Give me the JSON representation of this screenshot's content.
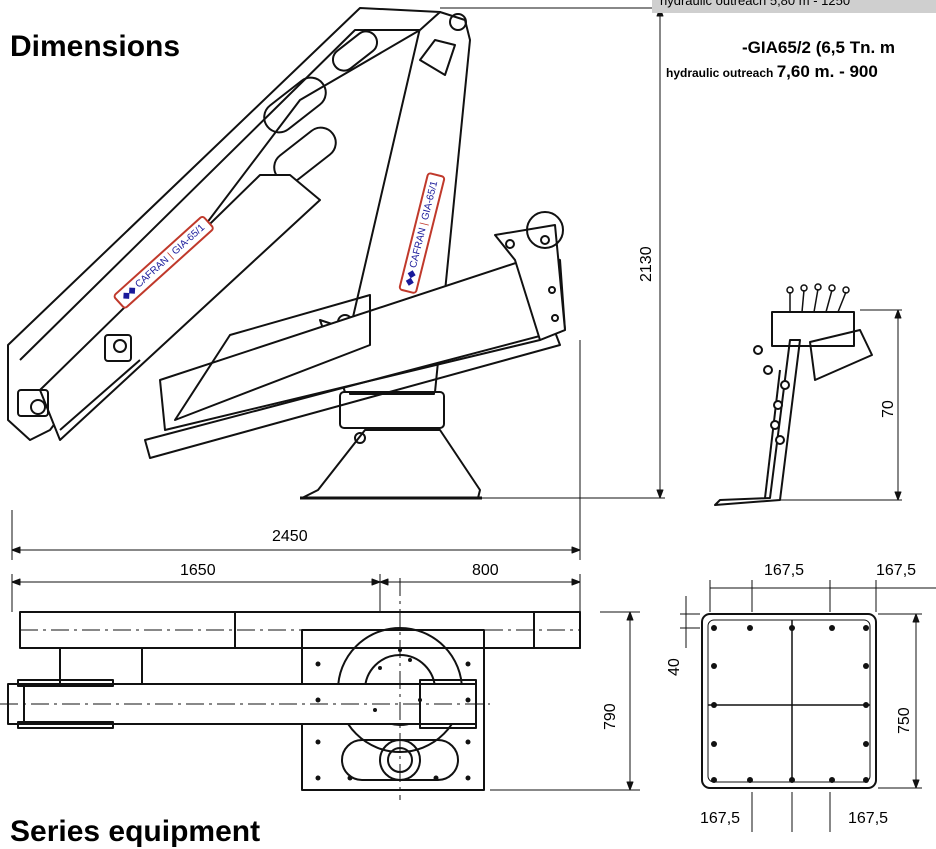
{
  "page": {
    "title": "Dimensions",
    "top_note": "hydraulic outreach 5,80 m - 1250",
    "model_line": "-GIA65/2 (6,5 Tn. m",
    "outreach_label": "hydraulic outreach",
    "outreach_value": "7,60 m. - 900",
    "footer_heading": "Series equipment"
  },
  "crane_labels": {
    "brand": "CAFRAN",
    "model_arm": "GIA-65/1",
    "model_column": "GIA-65/1"
  },
  "side_view": {
    "height": "2130",
    "total_length": "2450"
  },
  "top_view": {
    "length_left": "1650",
    "length_right": "800",
    "width": "790"
  },
  "valve_view": {
    "height": "70"
  },
  "base_plate": {
    "top_left": "167,5",
    "top_right": "167,5",
    "offset": "40",
    "height": "750",
    "bottom_left": "167,5",
    "bottom_right": "167,5"
  }
}
